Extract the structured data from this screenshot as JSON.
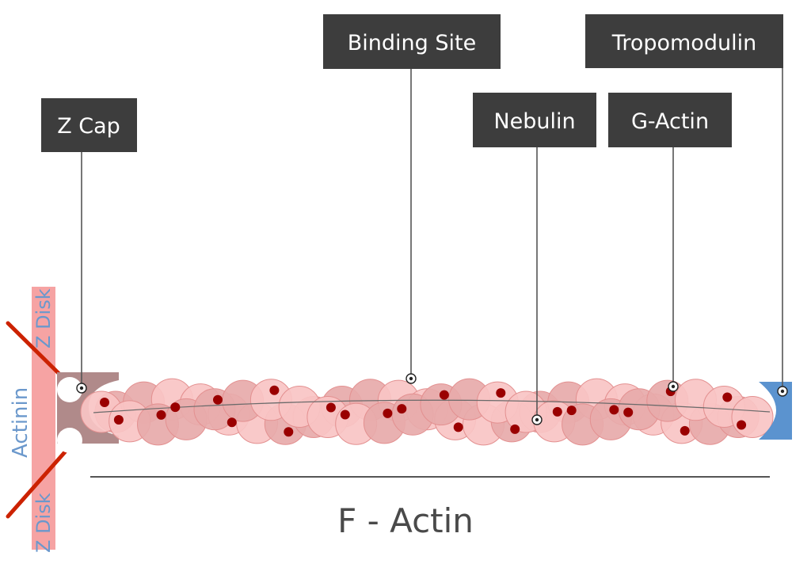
{
  "callouts": {
    "z_cap": "Z Cap",
    "binding_site": "Binding Site",
    "nebulin": "Nebulin",
    "g_actin": "G-Actin",
    "tropomodulin": "Tropomodulin"
  },
  "side_labels": {
    "z_disk_top": "Z Disk",
    "z_disk_bottom": "Z Disk",
    "actinin": "Actinin"
  },
  "filament_label": "F - Actin",
  "colors": {
    "callout_bg": "#3d3d3d",
    "callout_text": "#ffffff",
    "z_disk_band": "#f6a3a3",
    "actinin_line": "#cc2200",
    "label_blue": "#6b98cc",
    "z_cap": "#b08a8a",
    "tropomodulin": "#5b93cf",
    "g_actin_light": "#f9c4c4",
    "g_actin_mid": "#e7aaaa",
    "binding_site_dot": "#9a0000"
  }
}
